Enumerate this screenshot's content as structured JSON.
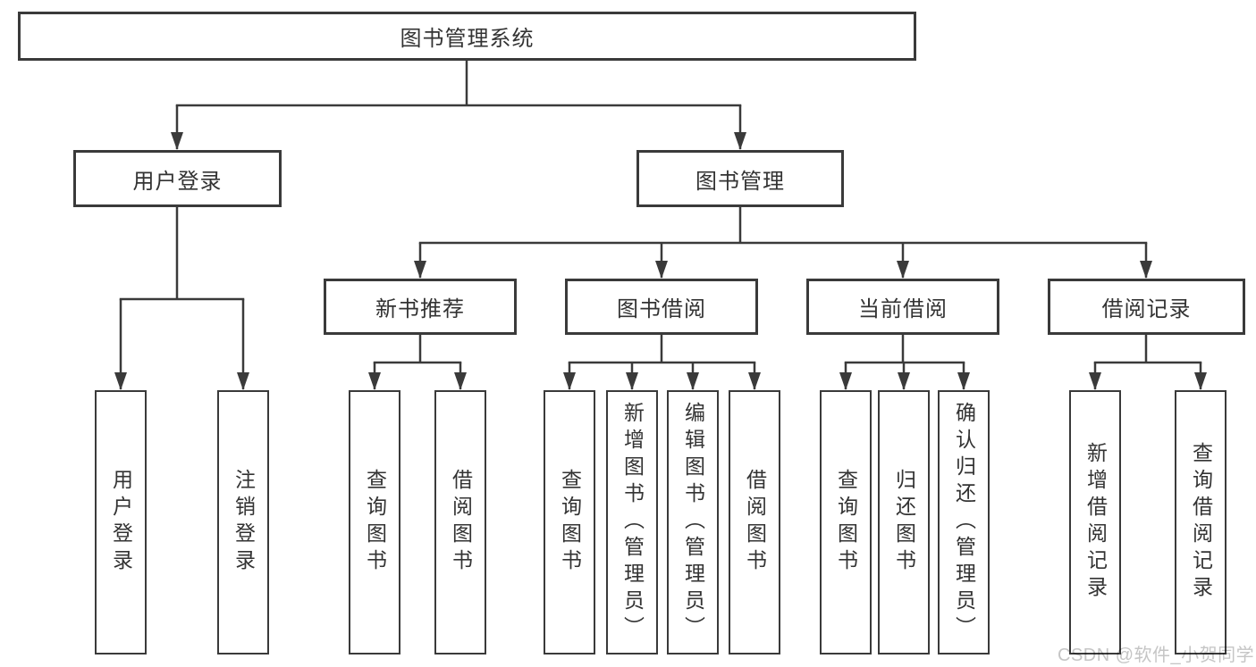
{
  "tree": {
    "root": {
      "label": "图书管理系统",
      "children": [
        {
          "label": "用户登录",
          "children": [
            {
              "label": "用户登录"
            },
            {
              "label": "注销登录"
            }
          ]
        },
        {
          "label": "图书管理",
          "children": [
            {
              "label": "新书推荐",
              "children": [
                {
                  "label": "查询图书"
                },
                {
                  "label": "借阅图书"
                }
              ]
            },
            {
              "label": "图书借阅",
              "children": [
                {
                  "label": "查询图书"
                },
                {
                  "label": "新增图书（管理员）"
                },
                {
                  "label": "编辑图书（管理员）"
                },
                {
                  "label": "借阅图书"
                }
              ]
            },
            {
              "label": "当前借阅",
              "children": [
                {
                  "label": "查询图书"
                },
                {
                  "label": "归还图书"
                },
                {
                  "label": "确认归还（管理员）"
                }
              ]
            },
            {
              "label": "借阅记录",
              "children": [
                {
                  "label": "新增借阅记录"
                },
                {
                  "label": "查询借阅记录"
                }
              ]
            }
          ]
        }
      ]
    }
  },
  "watermark": {
    "text": "CSDN @软件_小贺同学"
  },
  "colors": {
    "line": "#3a3a3a",
    "text": "#333333",
    "background": "#ffffff",
    "watermark": "#c5c5c5"
  }
}
